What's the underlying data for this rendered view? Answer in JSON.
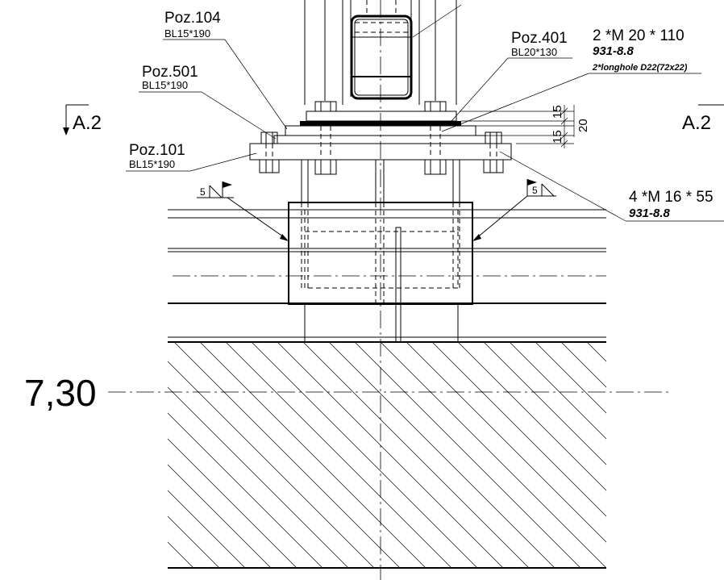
{
  "labels": {
    "poz104": {
      "name": "Poz.104",
      "spec": "BL15*190"
    },
    "poz501": {
      "name": "Poz.501",
      "spec": "BL15*190"
    },
    "poz101": {
      "name": "Poz.101",
      "spec": "BL15*190"
    },
    "poz401": {
      "name": "Poz.401",
      "spec": "BL20*130"
    },
    "bolt_top": {
      "spec": "2 *M 20 * 110",
      "grade": "931-8.8",
      "note": "2*longhole D22(72x22)"
    },
    "bolt_bottom": {
      "spec": "4 *M 16 * 55",
      "grade": "931-8.8"
    }
  },
  "section_marks": {
    "left": "A.2",
    "right": "A.2"
  },
  "dimensions": {
    "d1": "15",
    "d2": "15",
    "d3": "20"
  },
  "welds": {
    "left": "5",
    "right": "5"
  },
  "level": {
    "value": "7,30"
  }
}
